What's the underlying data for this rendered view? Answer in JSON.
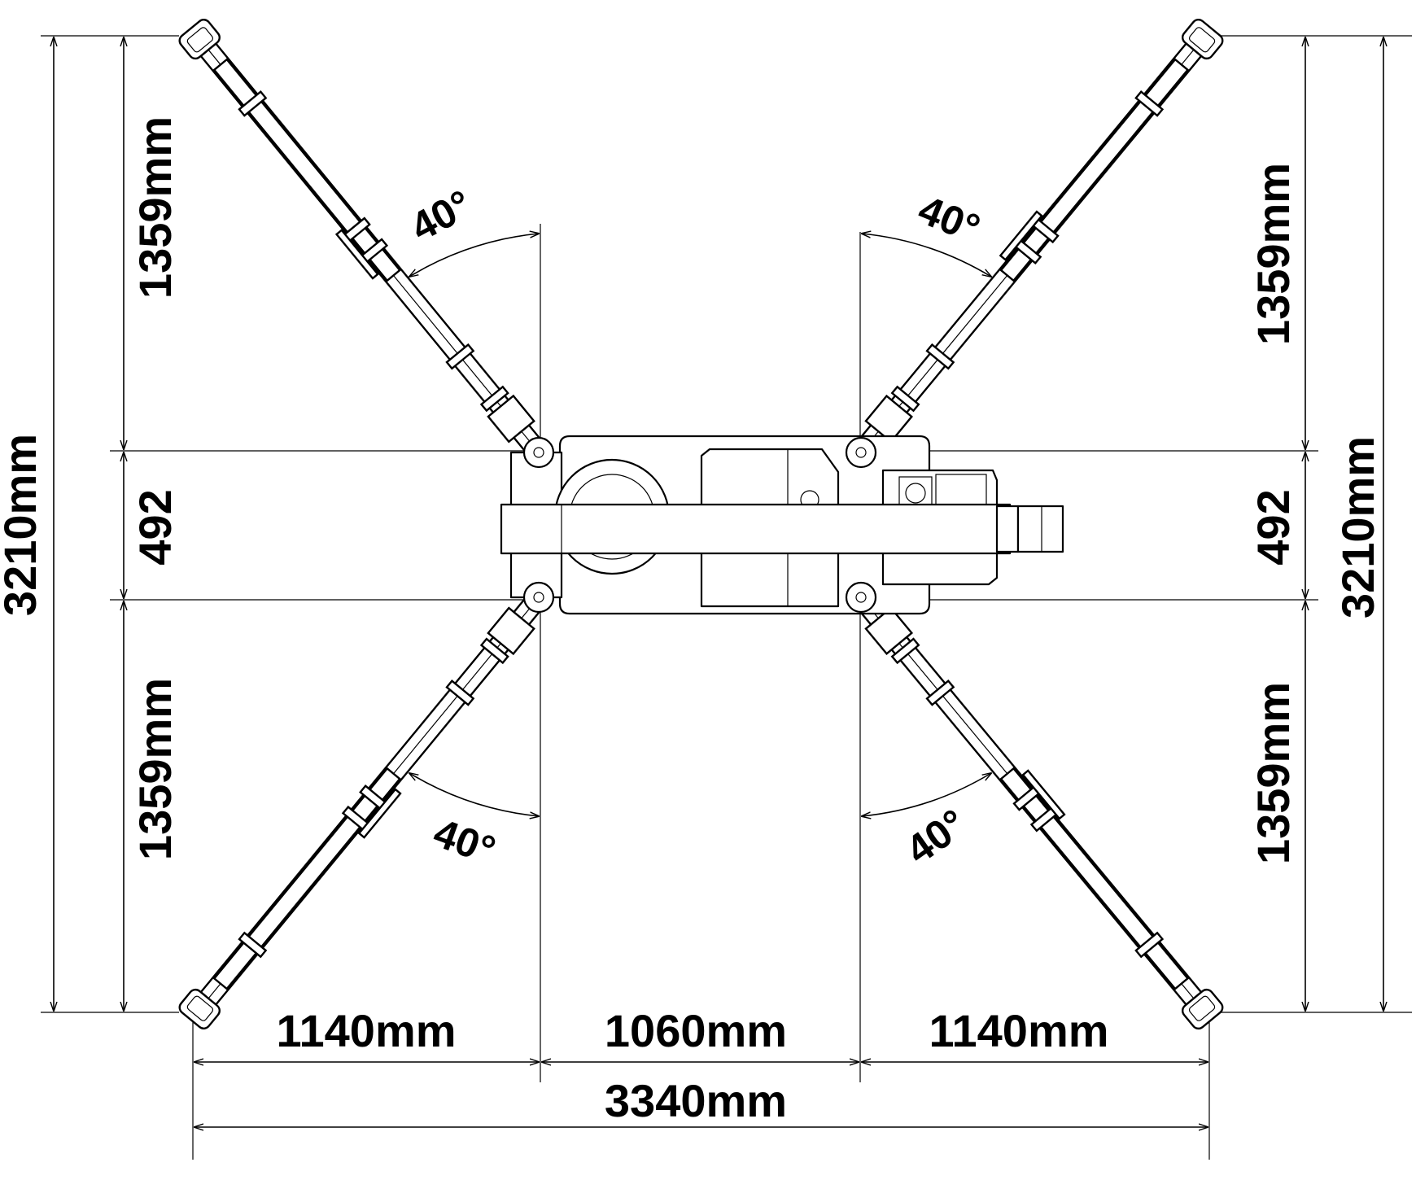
{
  "colors": {
    "ink": "#000000",
    "background": "#ffffff"
  },
  "dimensions": {
    "overall_height_left": "3210mm",
    "overall_height_right": "3210mm",
    "upper_left": "1359mm",
    "lower_left": "1359mm",
    "upper_right": "1359mm",
    "lower_right": "1359mm",
    "middle_left": "492",
    "middle_right": "492",
    "bottom_left": "1140mm",
    "bottom_center": "1060mm",
    "bottom_right": "1140mm",
    "overall_width": "3340mm"
  },
  "angles": {
    "top_left": "40°",
    "top_right": "40°",
    "bottom_left": "40°",
    "bottom_right": "40°"
  }
}
